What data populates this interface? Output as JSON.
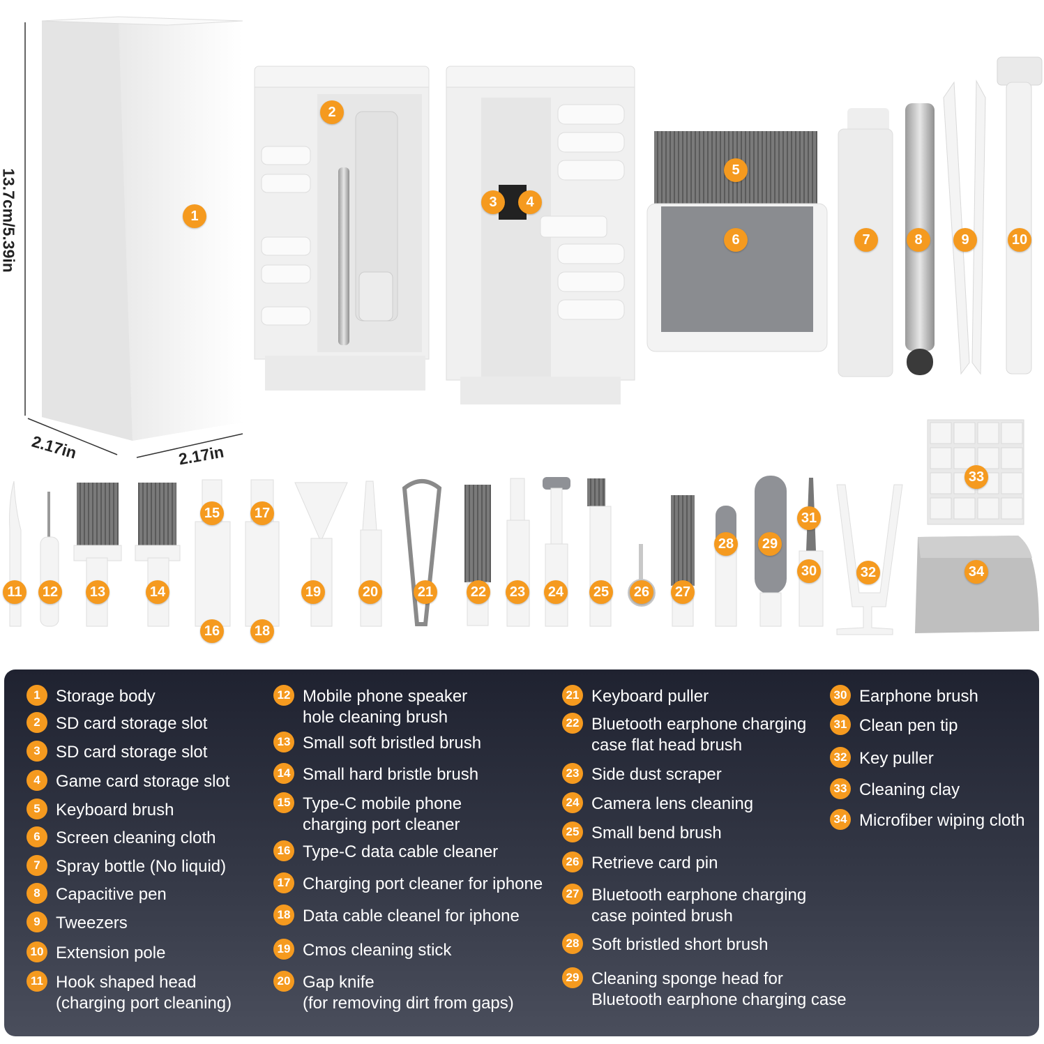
{
  "dimensions": {
    "height": "13.7cm/5.39in",
    "width_left": "2.17in",
    "width_right": "2.17in"
  },
  "colors": {
    "badge": "#f59a1f",
    "panel": "#2a2d3a",
    "bristle": "#6e6e6e",
    "white_part": "#f4f4f4"
  },
  "callouts": [
    "1",
    "2",
    "3",
    "4",
    "5",
    "6",
    "7",
    "8",
    "9",
    "10",
    "11",
    "12",
    "13",
    "14",
    "15",
    "16",
    "17",
    "18",
    "19",
    "20",
    "21",
    "22",
    "23",
    "24",
    "25",
    "26",
    "27",
    "28",
    "29",
    "30",
    "31",
    "32",
    "33",
    "34"
  ],
  "legend": [
    {
      "num": "1",
      "text": "Storage body"
    },
    {
      "num": "2",
      "text": "SD card storage slot"
    },
    {
      "num": "3",
      "text": "SD card storage slot"
    },
    {
      "num": "4",
      "text": "Game card storage slot"
    },
    {
      "num": "5",
      "text": "Keyboard brush"
    },
    {
      "num": "6",
      "text": "Screen cleaning cloth"
    },
    {
      "num": "7",
      "text": "Spray bottle (No liquid)"
    },
    {
      "num": "8",
      "text": "Capacitive pen"
    },
    {
      "num": "9",
      "text": "Tweezers"
    },
    {
      "num": "10",
      "text": "Extension pole"
    },
    {
      "num": "11",
      "text": "Hook shaped head\n(charging port cleaning)"
    },
    {
      "num": "12",
      "text": "Mobile phone speaker\nhole cleaning brush"
    },
    {
      "num": "13",
      "text": "Small soft bristled brush"
    },
    {
      "num": "14",
      "text": "Small hard bristle brush"
    },
    {
      "num": "15",
      "text": "Type-C mobile phone\ncharging port cleaner"
    },
    {
      "num": "16",
      "text": "Type-C data cable cleaner"
    },
    {
      "num": "17",
      "text": "Charging port cleaner for iphone"
    },
    {
      "num": "18",
      "text": "Data cable cleanel for iphone"
    },
    {
      "num": "19",
      "text": "Cmos cleaning stick"
    },
    {
      "num": "20",
      "text": "Gap knife\n(for removing dirt from gaps)"
    },
    {
      "num": "21",
      "text": "Keyboard puller"
    },
    {
      "num": "22",
      "text": "Bluetooth earphone charging\ncase flat head brush"
    },
    {
      "num": "23",
      "text": "Side dust scraper"
    },
    {
      "num": "24",
      "text": "Camera lens cleaning"
    },
    {
      "num": "25",
      "text": "Small bend brush"
    },
    {
      "num": "26",
      "text": "Retrieve card pin"
    },
    {
      "num": "27",
      "text": "Bluetooth earphone charging\ncase pointed brush"
    },
    {
      "num": "28",
      "text": "Soft bristled short brush"
    },
    {
      "num": "29",
      "text": "Cleaning sponge head for\nBluetooth earphone charging case"
    },
    {
      "num": "30",
      "text": "Earphone brush"
    },
    {
      "num": "31",
      "text": "Clean pen tip"
    },
    {
      "num": "32",
      "text": "Key puller"
    },
    {
      "num": "33",
      "text": "Cleaning clay"
    },
    {
      "num": "34",
      "text": "Microfiber wiping cloth"
    }
  ]
}
